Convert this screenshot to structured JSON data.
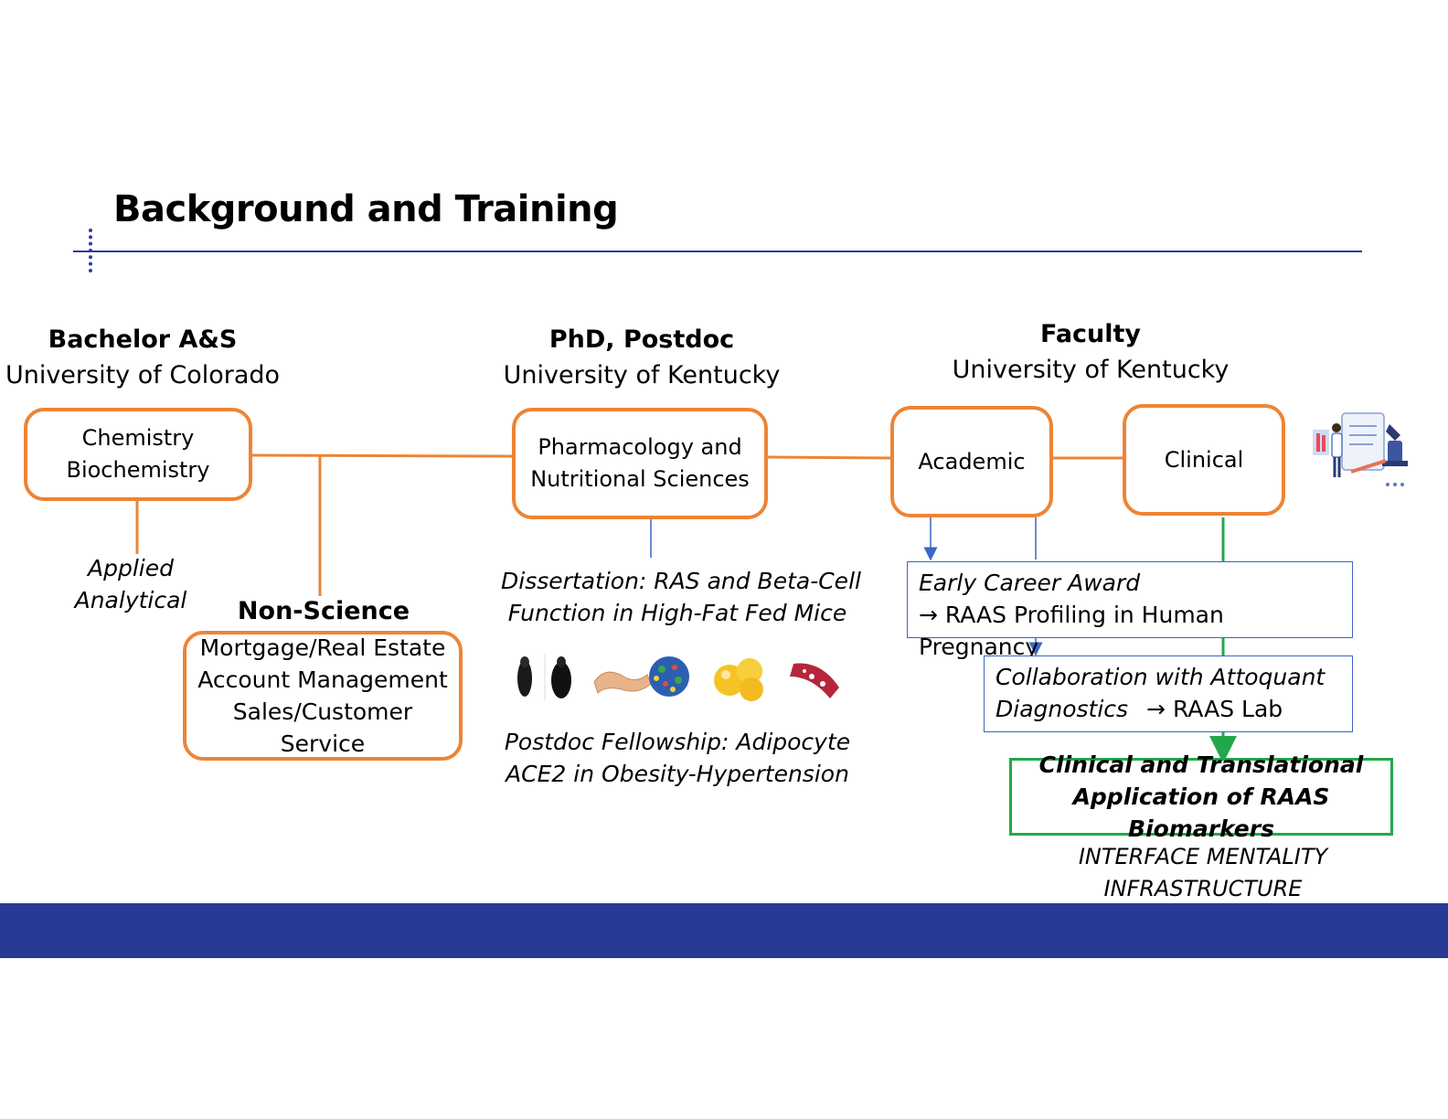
{
  "title": "Background and Training",
  "stages": {
    "bachelor": {
      "heading": "Bachelor A&S",
      "institution": "University of Colorado",
      "box_line1": "Chemistry",
      "box_line2": "Biochemistry",
      "sub_line1": "Applied",
      "sub_line2": "Analytical"
    },
    "nonscience": {
      "heading": "Non-Science",
      "line1": "Mortgage/Real Estate",
      "line2": "Account Management",
      "line3": "Sales/Customer",
      "line4": "Service"
    },
    "phd": {
      "heading": "PhD, Postdoc",
      "institution": "University of Kentucky",
      "box_line1": "Pharmacology and",
      "box_line2": "Nutritional Sciences",
      "dissertation_line1": "Dissertation: RAS and Beta-Cell",
      "dissertation_line2": "Function in High-Fat Fed Mice",
      "postdoc_line1": "Postdoc Fellowship: Adipocyte",
      "postdoc_line2": "ACE2 in Obesity-Hypertension"
    },
    "faculty": {
      "heading": "Faculty",
      "institution": "University of Kentucky",
      "academic": "Academic",
      "clinical": "Clinical",
      "award_line1": "Early Career Award",
      "award_line2": "RAAS Profiling in Human Pregnancy",
      "collab_line1": "Collaboration with Attoquant",
      "collab_line2a": "Diagnostics",
      "collab_line2b": "RAAS Lab",
      "outcome_line1": "Clinical and Translational",
      "outcome_line2": "Application of RAAS Biomarkers",
      "note_line1": "INTERFACE MENTALITY",
      "note_line2": "INFRASTRUCTURE"
    }
  },
  "arrow_glyph": "→",
  "colors": {
    "orange": "#ee8434",
    "blue": "#3b66c4",
    "green": "#22a84a",
    "navy": "#263a96"
  },
  "icons": [
    "mouse-icon",
    "mouse-icon",
    "pancreas-icon",
    "islet-icon",
    "adipocyte-icon",
    "blood-vessel-icon",
    "clinician-illustration-icon"
  ]
}
